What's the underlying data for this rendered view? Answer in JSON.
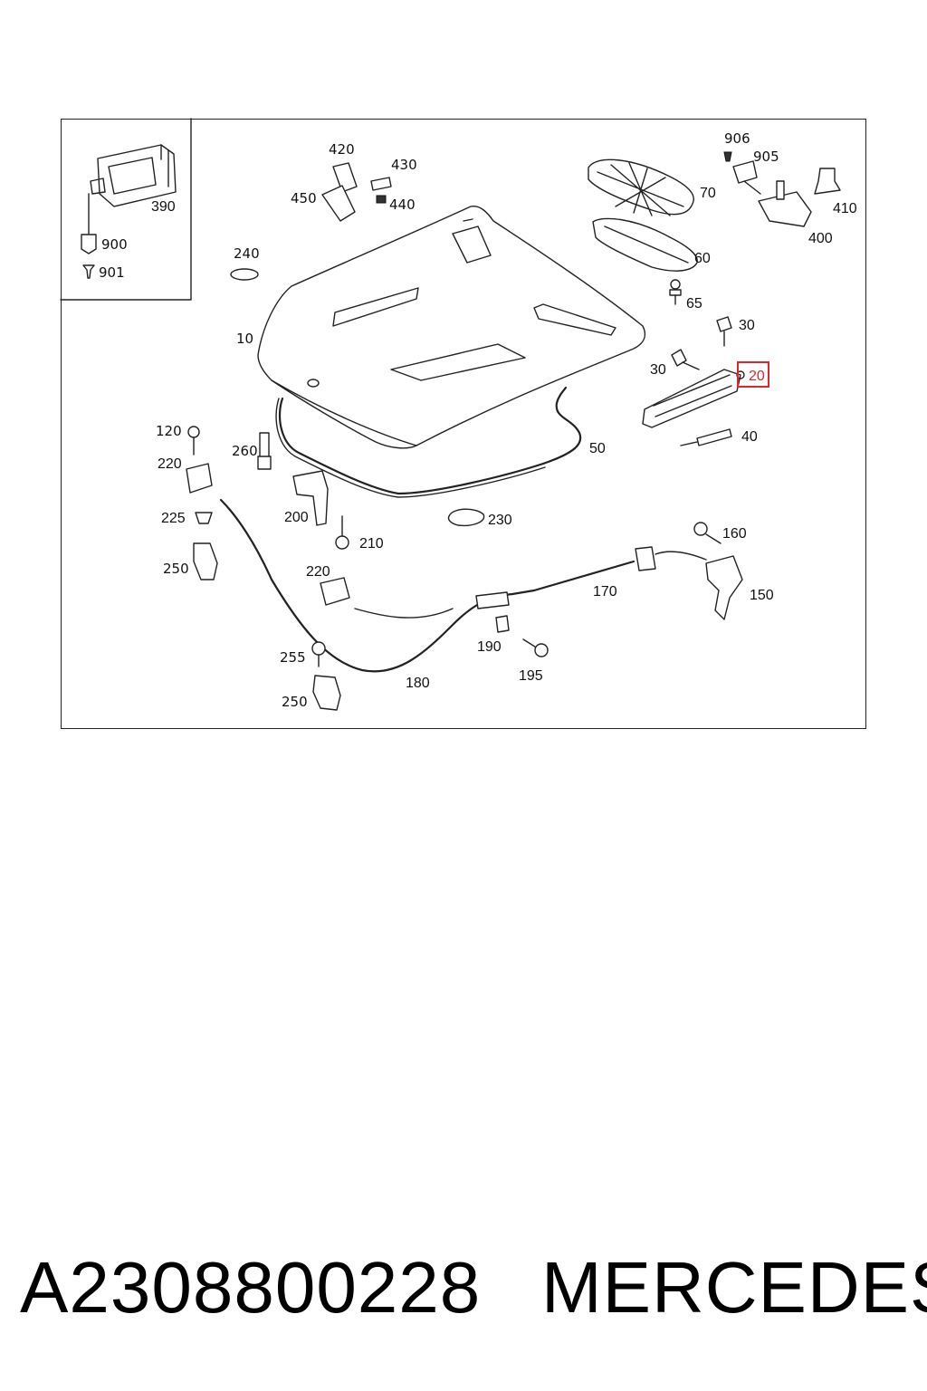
{
  "diagram": {
    "callouts": [
      "906",
      "905",
      "420",
      "430",
      "450",
      "440",
      "70",
      "390",
      "410",
      "400",
      "900",
      "901",
      "240",
      "60",
      "65",
      "30",
      "10",
      "30",
      "20",
      "120",
      "260",
      "40",
      "220",
      "50",
      "200",
      "225",
      "230",
      "210",
      "160",
      "250",
      "220",
      "170",
      "150",
      "190",
      "255",
      "195",
      "180",
      "250"
    ],
    "highlighted_callout": "20",
    "highlight_color": "#e0262b"
  },
  "footer": {
    "part_number": "A2308800228",
    "brand": "MERCEDES"
  }
}
